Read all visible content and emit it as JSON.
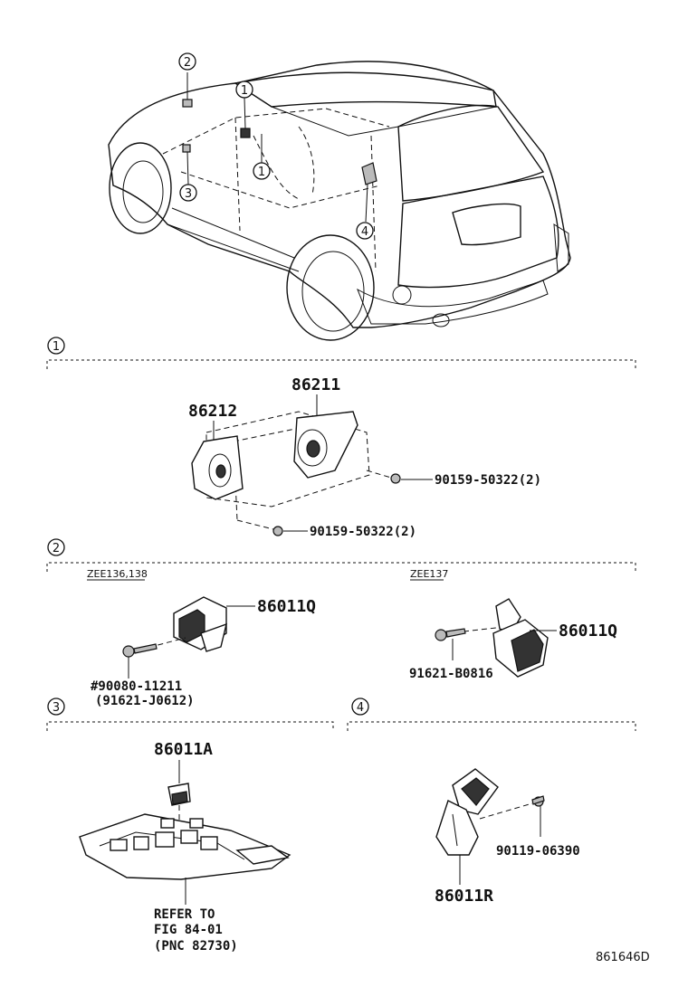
{
  "callouts": {
    "c1": "1",
    "c2": "2",
    "c3": "3",
    "c4": "4"
  },
  "sections": {
    "s1": {
      "label": "1",
      "part_86211": "86211",
      "part_86212": "86212",
      "screw_a": "90159-50322(2)",
      "screw_b": "90159-50322(2)"
    },
    "s2": {
      "label": "2",
      "variant_left": "ZEE136,138",
      "variant_right": "ZEE137",
      "relay_left": "86011Q",
      "relay_right": "86011Q",
      "bolt_left_1": "#90080-11211",
      "bolt_left_2": "(91621-J0612)",
      "bolt_right": "91621-B0816"
    },
    "s3": {
      "label": "3",
      "relay": "86011A",
      "refer_1": "REFER TO",
      "refer_2": "FIG 84-01",
      "refer_3": "(PNC 82730)"
    },
    "s4": {
      "label": "4",
      "screw": "90119-06390",
      "bracket": "86011R"
    }
  },
  "footer": {
    "code": "861646D"
  }
}
